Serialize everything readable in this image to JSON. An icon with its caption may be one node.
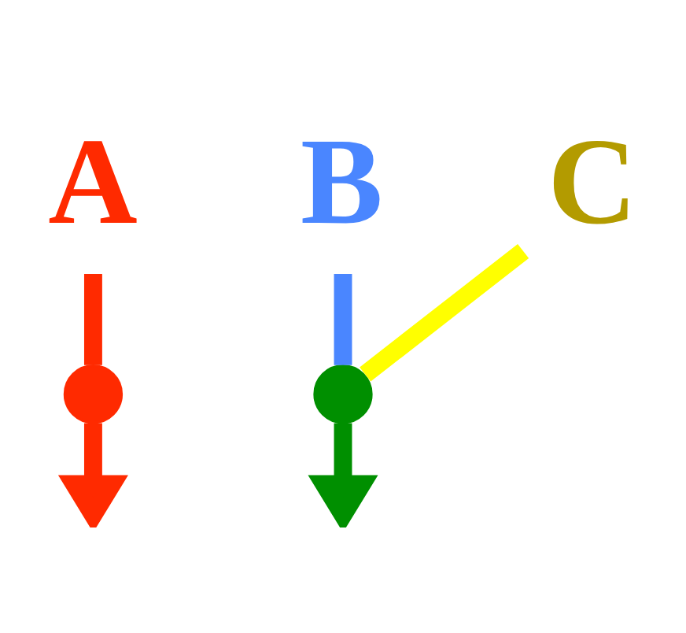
{
  "diagram": {
    "nodes": [
      {
        "text": [
          "A"
        ]
      },
      {
        "text": [
          "B"
        ]
      },
      {
        "text": [
          "C"
        ]
      },
      {
        "text": [],
        "shape": "circle"
      },
      {
        "text": [],
        "shape": "circle"
      }
    ],
    "edges": [
      {
        "from": 0,
        "to": 3,
        "arrow": "none",
        "color": "#ff2a00"
      },
      {
        "from": 3,
        "to": null,
        "arrow": "to",
        "color": "#ff2a00"
      },
      {
        "from": 1,
        "to": 4,
        "arrow": "none",
        "color": "#4a86ff"
      },
      {
        "from": 2,
        "to": 4,
        "arrow": "none",
        "color": "#ffff00"
      },
      {
        "from": 4,
        "to": null,
        "arrow": "to",
        "color": "#008f00"
      }
    ]
  }
}
